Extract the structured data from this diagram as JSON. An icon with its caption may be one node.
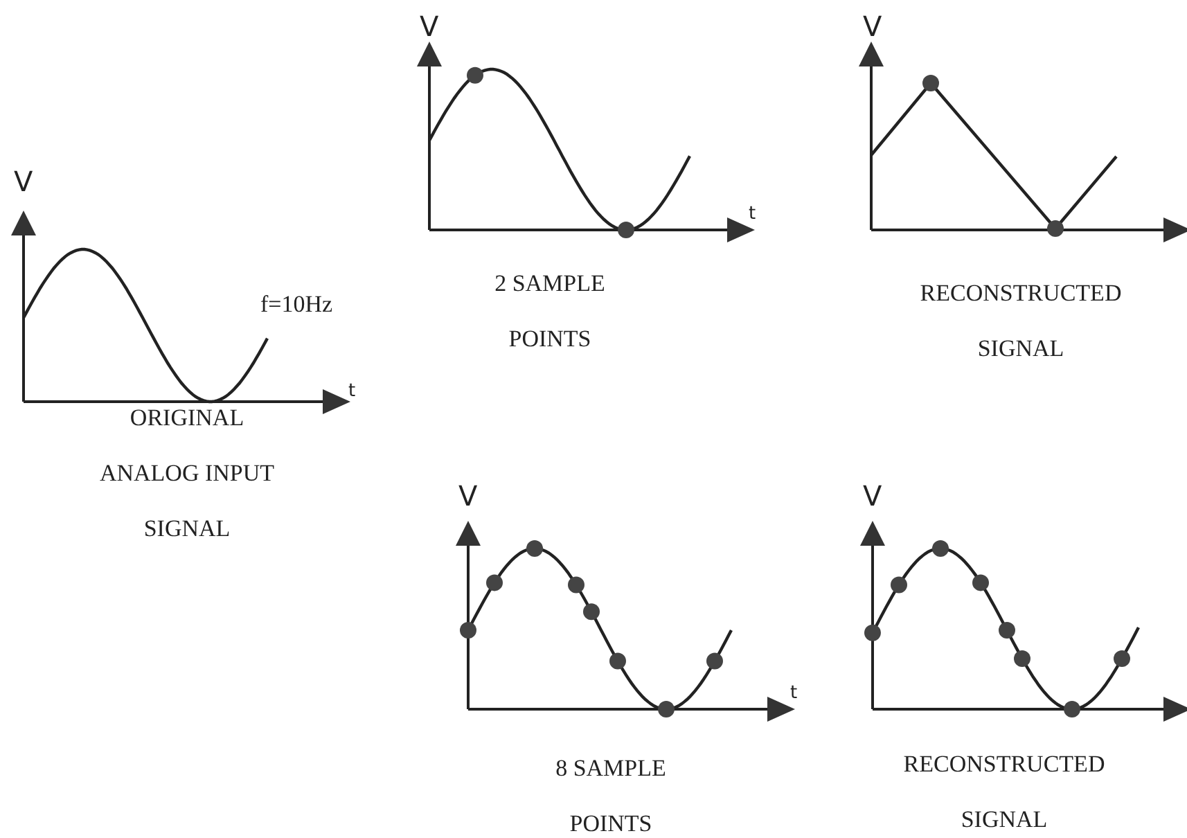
{
  "diagram": {
    "labels": [
      "V",
      "f=10Hz",
      "t",
      "ORIGINAL ANALOG INPUT SIGNAL",
      "V",
      "t",
      "2 SAMPLE POINTS",
      "V",
      "RECONSTRUCTED SIGNAL",
      "V",
      "t",
      "8 SAMPLE POINTS",
      "V",
      "RECONSTRUCTED SIGNAL"
    ]
  }
}
